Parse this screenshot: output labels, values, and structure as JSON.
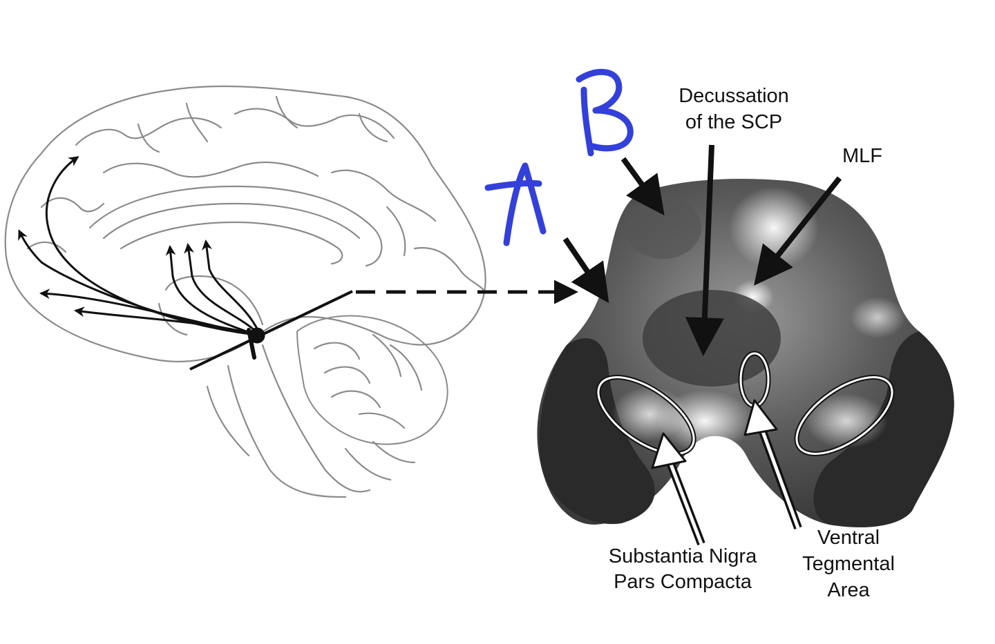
{
  "labels": {
    "decussation": [
      "Decussation",
      "of the SCP"
    ],
    "mlf": "MLF",
    "substantia_nigra": [
      "Substantia Nigra",
      "Pars Compacta"
    ],
    "vta": [
      "Ventral",
      "Tegmental",
      "Area"
    ]
  },
  "handwritten": {
    "a": "A",
    "b": "B",
    "color": "#3340d9"
  },
  "icons": {
    "brain": "brain-sagittal-icon",
    "midbrain": "midbrain-section-icon"
  },
  "colors": {
    "ink": "#111111",
    "brain_outline": "#8a8a8a",
    "section_dark": "#2a2a2a"
  }
}
